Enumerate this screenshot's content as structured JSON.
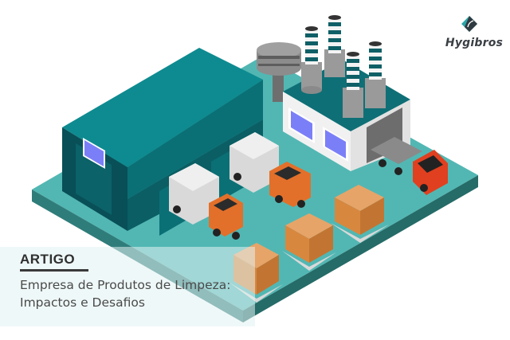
{
  "brand": {
    "name": "Hygibros",
    "logo_icon": "hygibros-leaf-diamond-icon",
    "colors": {
      "logo_teal": "#2aa5a8",
      "logo_dark": "#2f3a40",
      "text": "#3a3f44"
    }
  },
  "caption": {
    "tag": "ARTIGO",
    "title_line1": "Empresa de Produtos de Limpeza:",
    "title_line2": "Impactos e Desafios"
  },
  "illustration": {
    "description": "Isometric industrial site: warehouse, factory with chimneys, trucks and pallets of boxes",
    "elements": [
      "warehouse",
      "factory",
      "chimneys",
      "water-tank",
      "box-trucks",
      "flatbed-truck",
      "pallets"
    ],
    "colors": {
      "platform_top": "#52b7b3",
      "platform_side": "#2f7d7a",
      "warehouse_roof": "#0e7f84",
      "warehouse_wall": "#08525a",
      "window": "#7b7ff7",
      "factory_wall": "#f1f1f1",
      "factory_roof": "#0f6f76",
      "chimney_stripe": "#0f5f66",
      "truck_cab": "#e2702a",
      "truck_cab_red": "#e0401f",
      "truck_box": "#d9d9d9",
      "box": "#d8873f",
      "tank": "#8a8a8a"
    }
  }
}
